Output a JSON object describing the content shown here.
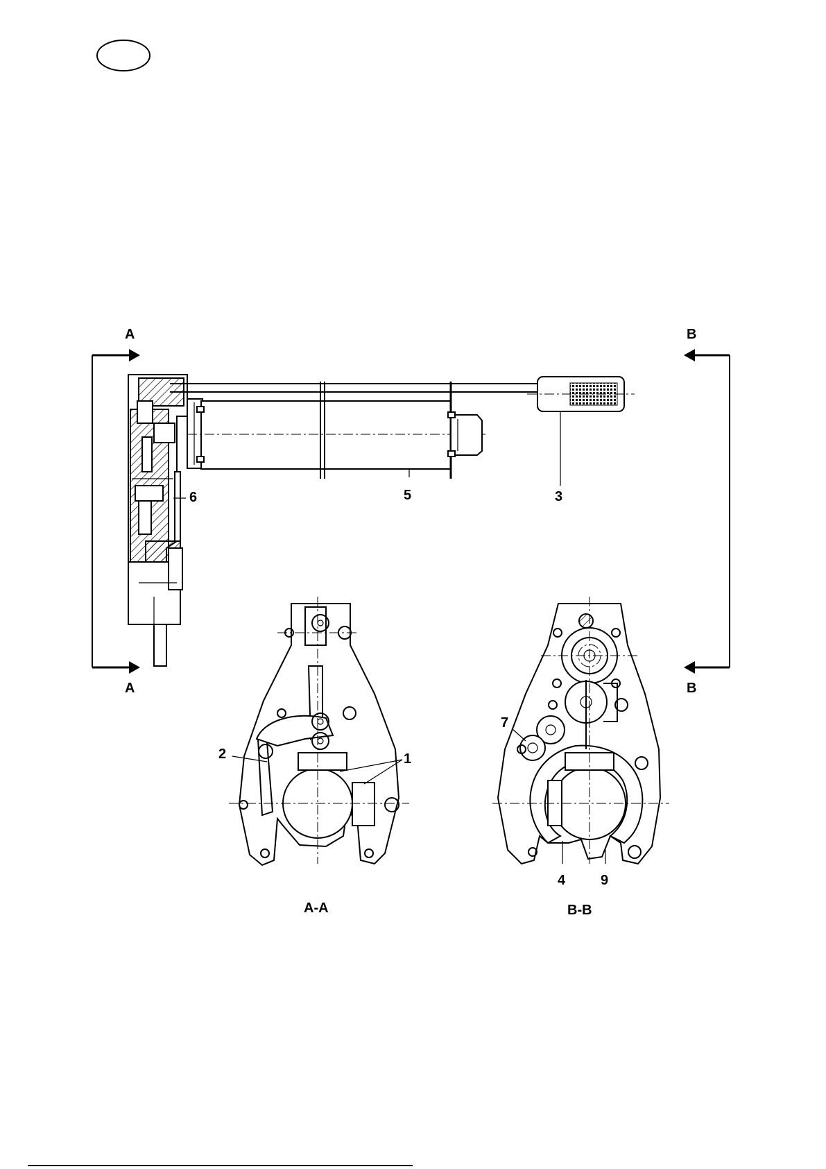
{
  "figure": {
    "section_marks": {
      "a_top": "A",
      "a_bottom": "A",
      "b_top": "B",
      "b_bottom": "B"
    },
    "part_numbers": {
      "p1": "1",
      "p2": "2",
      "p3": "3",
      "p4": "4",
      "p5": "5",
      "p6": "6",
      "p7": "7",
      "p9": "9"
    },
    "view_captions": {
      "section_aa": "A-A",
      "section_bb": "B-B"
    }
  },
  "colors": {
    "ink": "#000000",
    "paper": "#ffffff"
  }
}
